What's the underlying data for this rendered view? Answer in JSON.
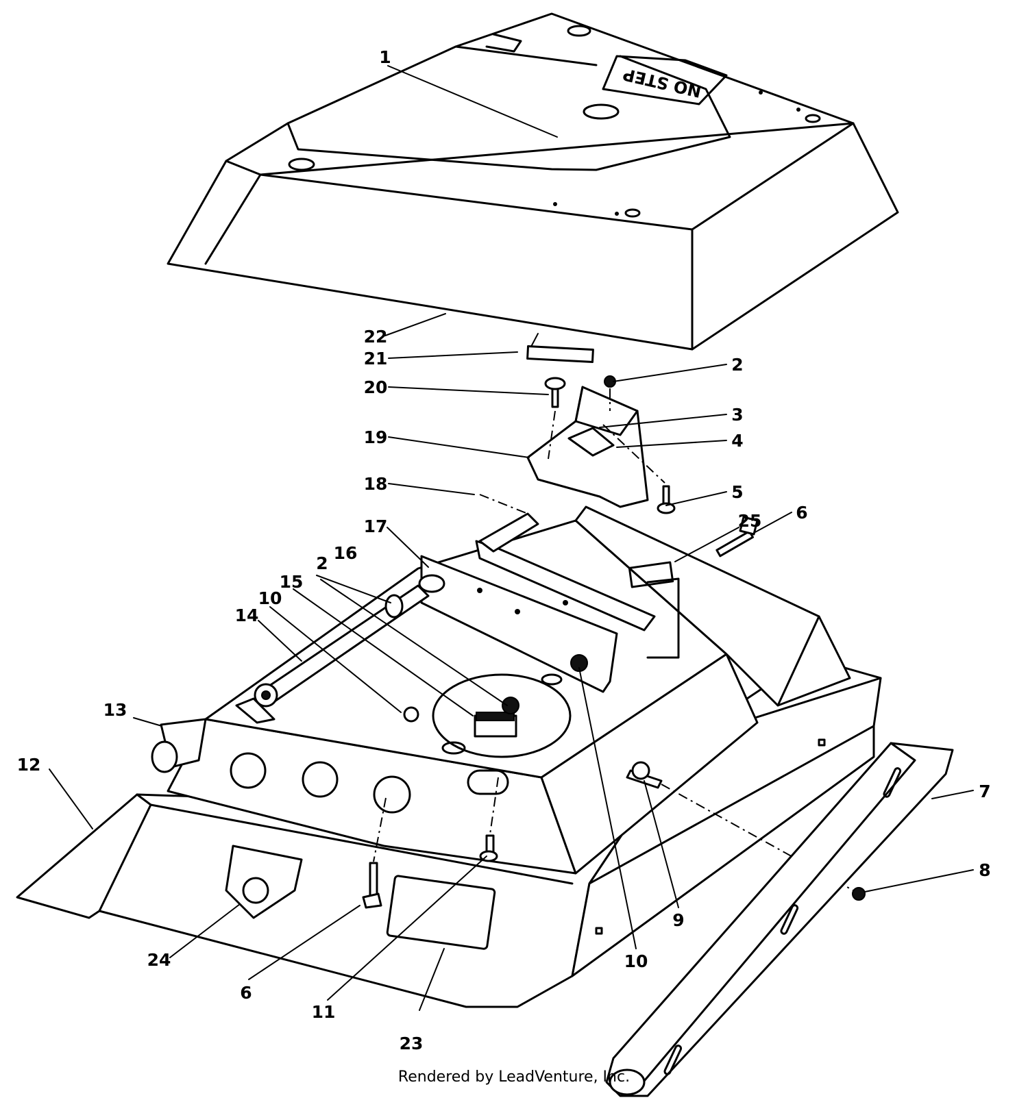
{
  "hood_decal_text": "NO STEP",
  "callouts": [
    {
      "id": "c1",
      "label": "1"
    },
    {
      "id": "c2a",
      "label": "2"
    },
    {
      "id": "c3",
      "label": "3"
    },
    {
      "id": "c4",
      "label": "4"
    },
    {
      "id": "c5",
      "label": "5"
    },
    {
      "id": "c6a",
      "label": "6"
    },
    {
      "id": "c7",
      "label": "7"
    },
    {
      "id": "c8",
      "label": "8"
    },
    {
      "id": "c9",
      "label": "9"
    },
    {
      "id": "c10a",
      "label": "10"
    },
    {
      "id": "c10b",
      "label": "10"
    },
    {
      "id": "c11",
      "label": "11"
    },
    {
      "id": "c12",
      "label": "12"
    },
    {
      "id": "c13",
      "label": "13"
    },
    {
      "id": "c14",
      "label": "14"
    },
    {
      "id": "c15",
      "label": "15"
    },
    {
      "id": "c16",
      "label": "16"
    },
    {
      "id": "c17",
      "label": "17"
    },
    {
      "id": "c18",
      "label": "18"
    },
    {
      "id": "c19",
      "label": "19"
    },
    {
      "id": "c20",
      "label": "20"
    },
    {
      "id": "c21",
      "label": "21"
    },
    {
      "id": "c22",
      "label": "22"
    },
    {
      "id": "c23",
      "label": "23"
    },
    {
      "id": "c24",
      "label": "24"
    },
    {
      "id": "c25",
      "label": "25"
    },
    {
      "id": "c2b",
      "label": "2"
    },
    {
      "id": "c6b",
      "label": "6"
    }
  ],
  "footer_text": "Rendered by LeadVenture, Inc."
}
